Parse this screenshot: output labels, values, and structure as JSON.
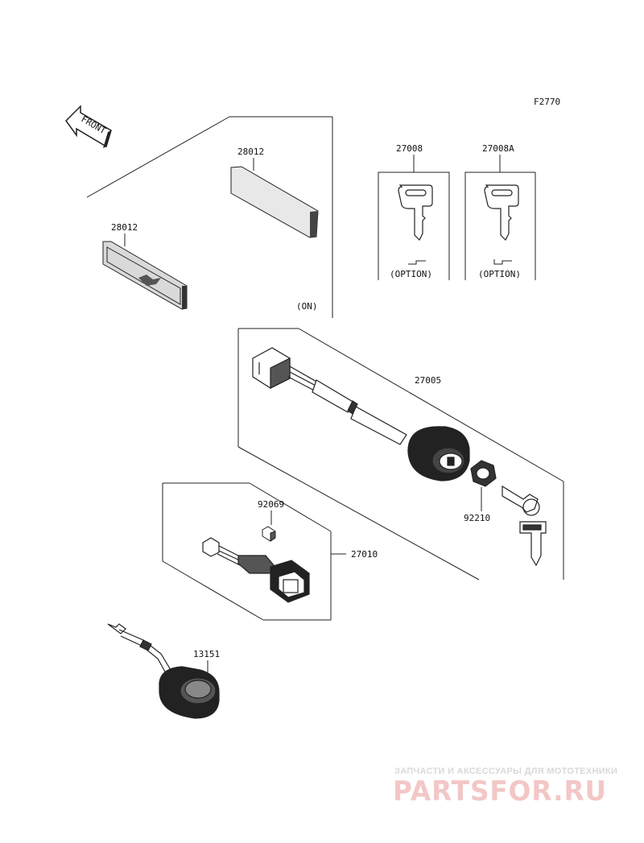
{
  "figure_code": "F2770",
  "front_arrow_label": "FRONT",
  "parts": {
    "emblem_upper": "28012",
    "emblem_lower": "28012",
    "key_blank": "27008",
    "key_blank_a": "27008A",
    "ignition_switch": "27005",
    "nut": "92210",
    "bulb": "92069",
    "switch_assy": "27010",
    "buzzer": "13151"
  },
  "notes": {
    "on_note": "(ON)",
    "option_left": "(OPTION)",
    "option_right": "(OPTION)"
  },
  "watermark": {
    "subtitle": "ЗАПЧАСТИ И АКСЕССУАРЫ ДЛЯ МОТОТЕХНИКИ",
    "brand": "PARTSFOR.RU"
  }
}
